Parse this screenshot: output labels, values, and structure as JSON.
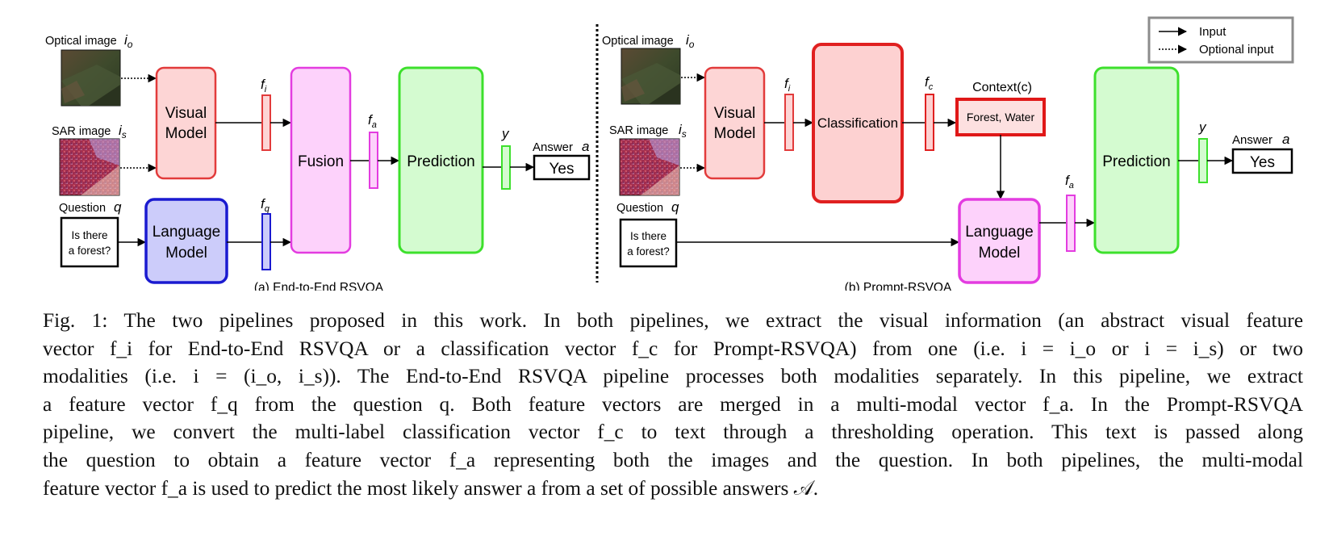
{
  "legend": {
    "input": "Input",
    "optional_input": "Optional input"
  },
  "panel_a": {
    "optical_label": "Optical image",
    "optical_sym": "i",
    "optical_sub": "o",
    "sar_label": "SAR image",
    "sar_sym": "i",
    "sar_sub": "s",
    "question_label": "Question",
    "question_sym": "q",
    "question_text_1": "Is there",
    "question_text_2": "a forest?",
    "visual_1": "Visual",
    "visual_2": "Model",
    "language_1": "Language",
    "language_2": "Model",
    "fusion": "Fusion",
    "prediction": "Prediction",
    "fi_f": "f",
    "fi_sub": "i",
    "fq_f": "f",
    "fq_sub": "q",
    "fa_f": "f",
    "fa_sub": "a",
    "y": "y",
    "answer_label": "Answer",
    "answer_sym": "a",
    "answer_value": "Yes",
    "title": "(a) End-to-End RSVQA"
  },
  "panel_b": {
    "optical_label": "Optical image",
    "optical_sym": "i",
    "optical_sub": "o",
    "sar_label": "SAR image",
    "sar_sym": "i",
    "sar_sub": "s",
    "question_label": "Question",
    "question_sym": "q",
    "question_text_1": "Is there",
    "question_text_2": "a forest?",
    "visual_1": "Visual",
    "visual_2": "Model",
    "classification": "Classification",
    "fi_f": "f",
    "fi_sub": "i",
    "fc_f": "f",
    "fc_sub": "c",
    "context_label": "Context(c)",
    "context_value": "Forest, Water",
    "language_1": "Language",
    "language_2": "Model",
    "fa_f": "f",
    "fa_sub": "a",
    "prediction": "Prediction",
    "y": "y",
    "answer_label": "Answer",
    "answer_sym": "a",
    "answer_value": "Yes",
    "title": "(b) Prompt-RSVQA"
  },
  "caption": {
    "line1": "Fig. 1: The two pipelines proposed in this work. In both pipelines, we extract the visual information (an abstract visual feature",
    "line2": "vector f_i for End-to-End RSVQA or a classification vector f_c for Prompt-RSVQA) from one (i.e. i = i_o or i = i_s) or two",
    "line3": "modalities (i.e. i = (i_o, i_s)). The End-to-End RSVQA pipeline processes both modalities separately. In this pipeline, we extract",
    "line4": "a feature vector f_q from the question q. Both feature vectors are merged in a multi-modal vector f_a. In the Prompt-RSVQA",
    "line5": "pipeline, we convert the multi-label classification vector f_c to text through a thresholding operation. This text is passed along",
    "line6": "the question to obtain a feature vector f_a representing both the images and the question. In both pipelines, the multi-modal",
    "line7": "feature vector f_a is used to predict the most likely answer a from a set of possible answers 𝒜."
  },
  "colors": {
    "visual_fill": "#fdd5d5",
    "visual_stroke": "#e23b3b",
    "language_fill": "#ccccfa",
    "language_stroke": "#1a1ad0",
    "fusion_fill": "#fdd2fb",
    "fusion_stroke": "#e33ce0",
    "prediction_fill": "#d4fbd0",
    "prediction_stroke": "#3de02c",
    "classification_fill": "#fdd1d1",
    "classification_stroke": "#e02020",
    "context_fill": "#fde0e0",
    "context_stroke": "#e01818"
  }
}
